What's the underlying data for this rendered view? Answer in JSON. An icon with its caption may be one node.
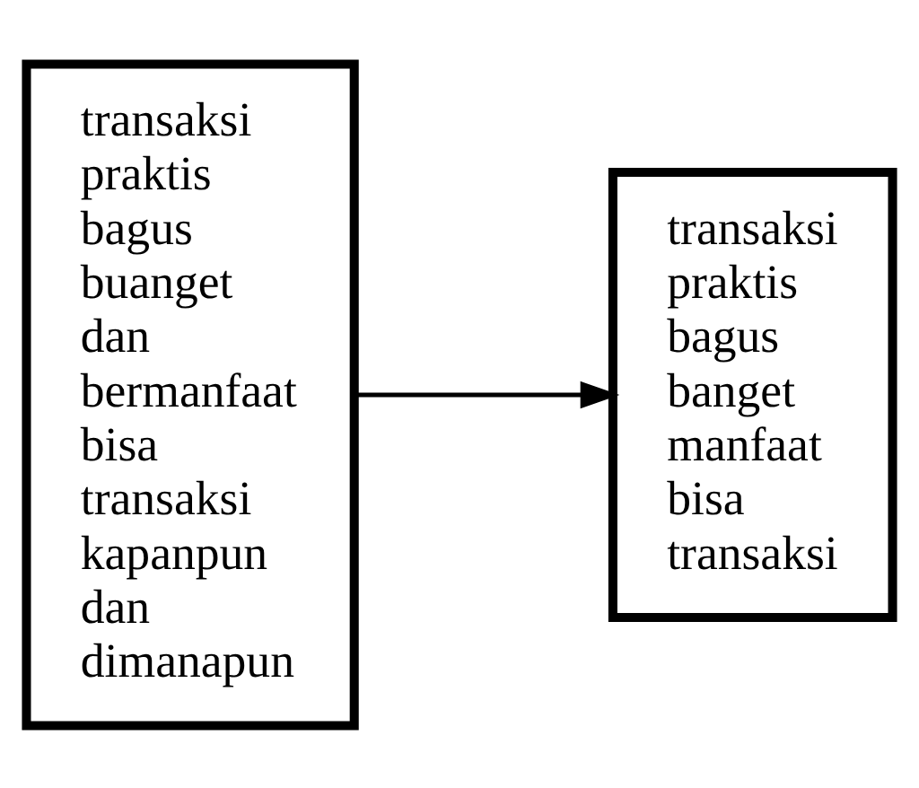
{
  "diagram": {
    "nodes": [
      {
        "text": [
          "transaksi praktis bagus buanget dan bermanfaat bisa transaksi kapanpun dan dimanapun"
        ]
      },
      {
        "text": [
          "transaksi praktis bagus banget manfaat bisa transaksi"
        ]
      }
    ],
    "edges": [
      {
        "from": 0,
        "to": 1,
        "arrow": "to"
      }
    ]
  }
}
